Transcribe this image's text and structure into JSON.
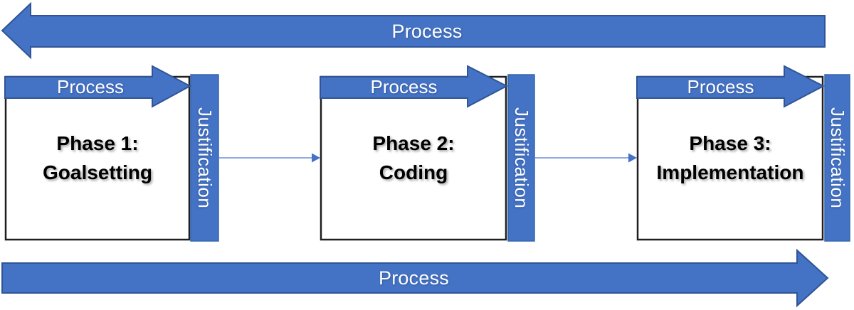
{
  "diagram": {
    "title_semantic": "Three-phase process diagram with justification bars",
    "top_arrow": {
      "label": "Process",
      "direction": "left"
    },
    "bottom_arrow": {
      "label": "Process",
      "direction": "right"
    },
    "phases": [
      {
        "process_label": "Process",
        "justification_label": "Justification",
        "title_line1": "Phase 1:",
        "title_line2": "Goalsetting"
      },
      {
        "process_label": "Process",
        "justification_label": "Justification",
        "title_line1": "Phase 2:",
        "title_line2": "Coding"
      },
      {
        "process_label": "Process",
        "justification_label": "Justification",
        "title_line1": "Phase 3:",
        "title_line2": "Implementation"
      }
    ],
    "connectors": [
      {
        "from": "Phase 1",
        "to": "Phase 2"
      },
      {
        "from": "Phase 2",
        "to": "Phase 3"
      }
    ],
    "colors": {
      "arrow_fill": "#4472C4",
      "arrow_border": "#2F5597",
      "connector_blue": "#6E8FD8",
      "box_border": "#1f1f1f",
      "box_fill": "#ffffff",
      "label_text": "#ffffff",
      "phase_text": "#000000"
    }
  }
}
